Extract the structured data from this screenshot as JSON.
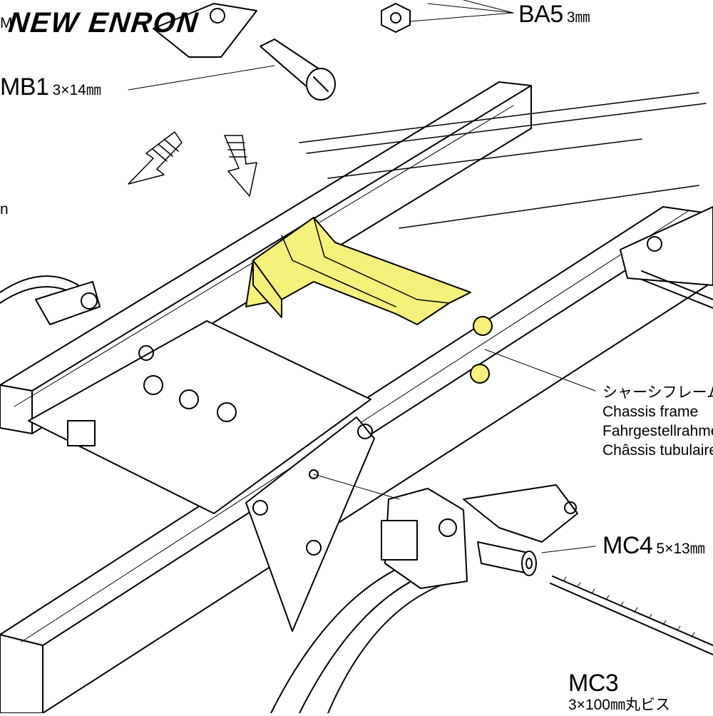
{
  "watermark": {
    "text": "NEW ENRON"
  },
  "parts": {
    "mb1": {
      "code": "MB1",
      "size": "3×14㎜"
    },
    "ba5": {
      "code": "BA5",
      "size": "3㎜"
    },
    "mc4": {
      "code": "MC4",
      "size": "5×13㎜"
    },
    "mc3": {
      "code": "MC3",
      "size": "3×100㎜丸ビス"
    }
  },
  "callouts": {
    "chassis_frame": {
      "jp": "シャーシフレーム",
      "en": "Chassis frame",
      "de": "Fahrgestellrahmen",
      "fr": "Châssis tubulaire"
    },
    "left_fragments": {
      "top": "M",
      "middle": "n"
    }
  },
  "colors": {
    "line": "#000000",
    "highlight": "#f5f07a",
    "background": "#ffffff"
  }
}
